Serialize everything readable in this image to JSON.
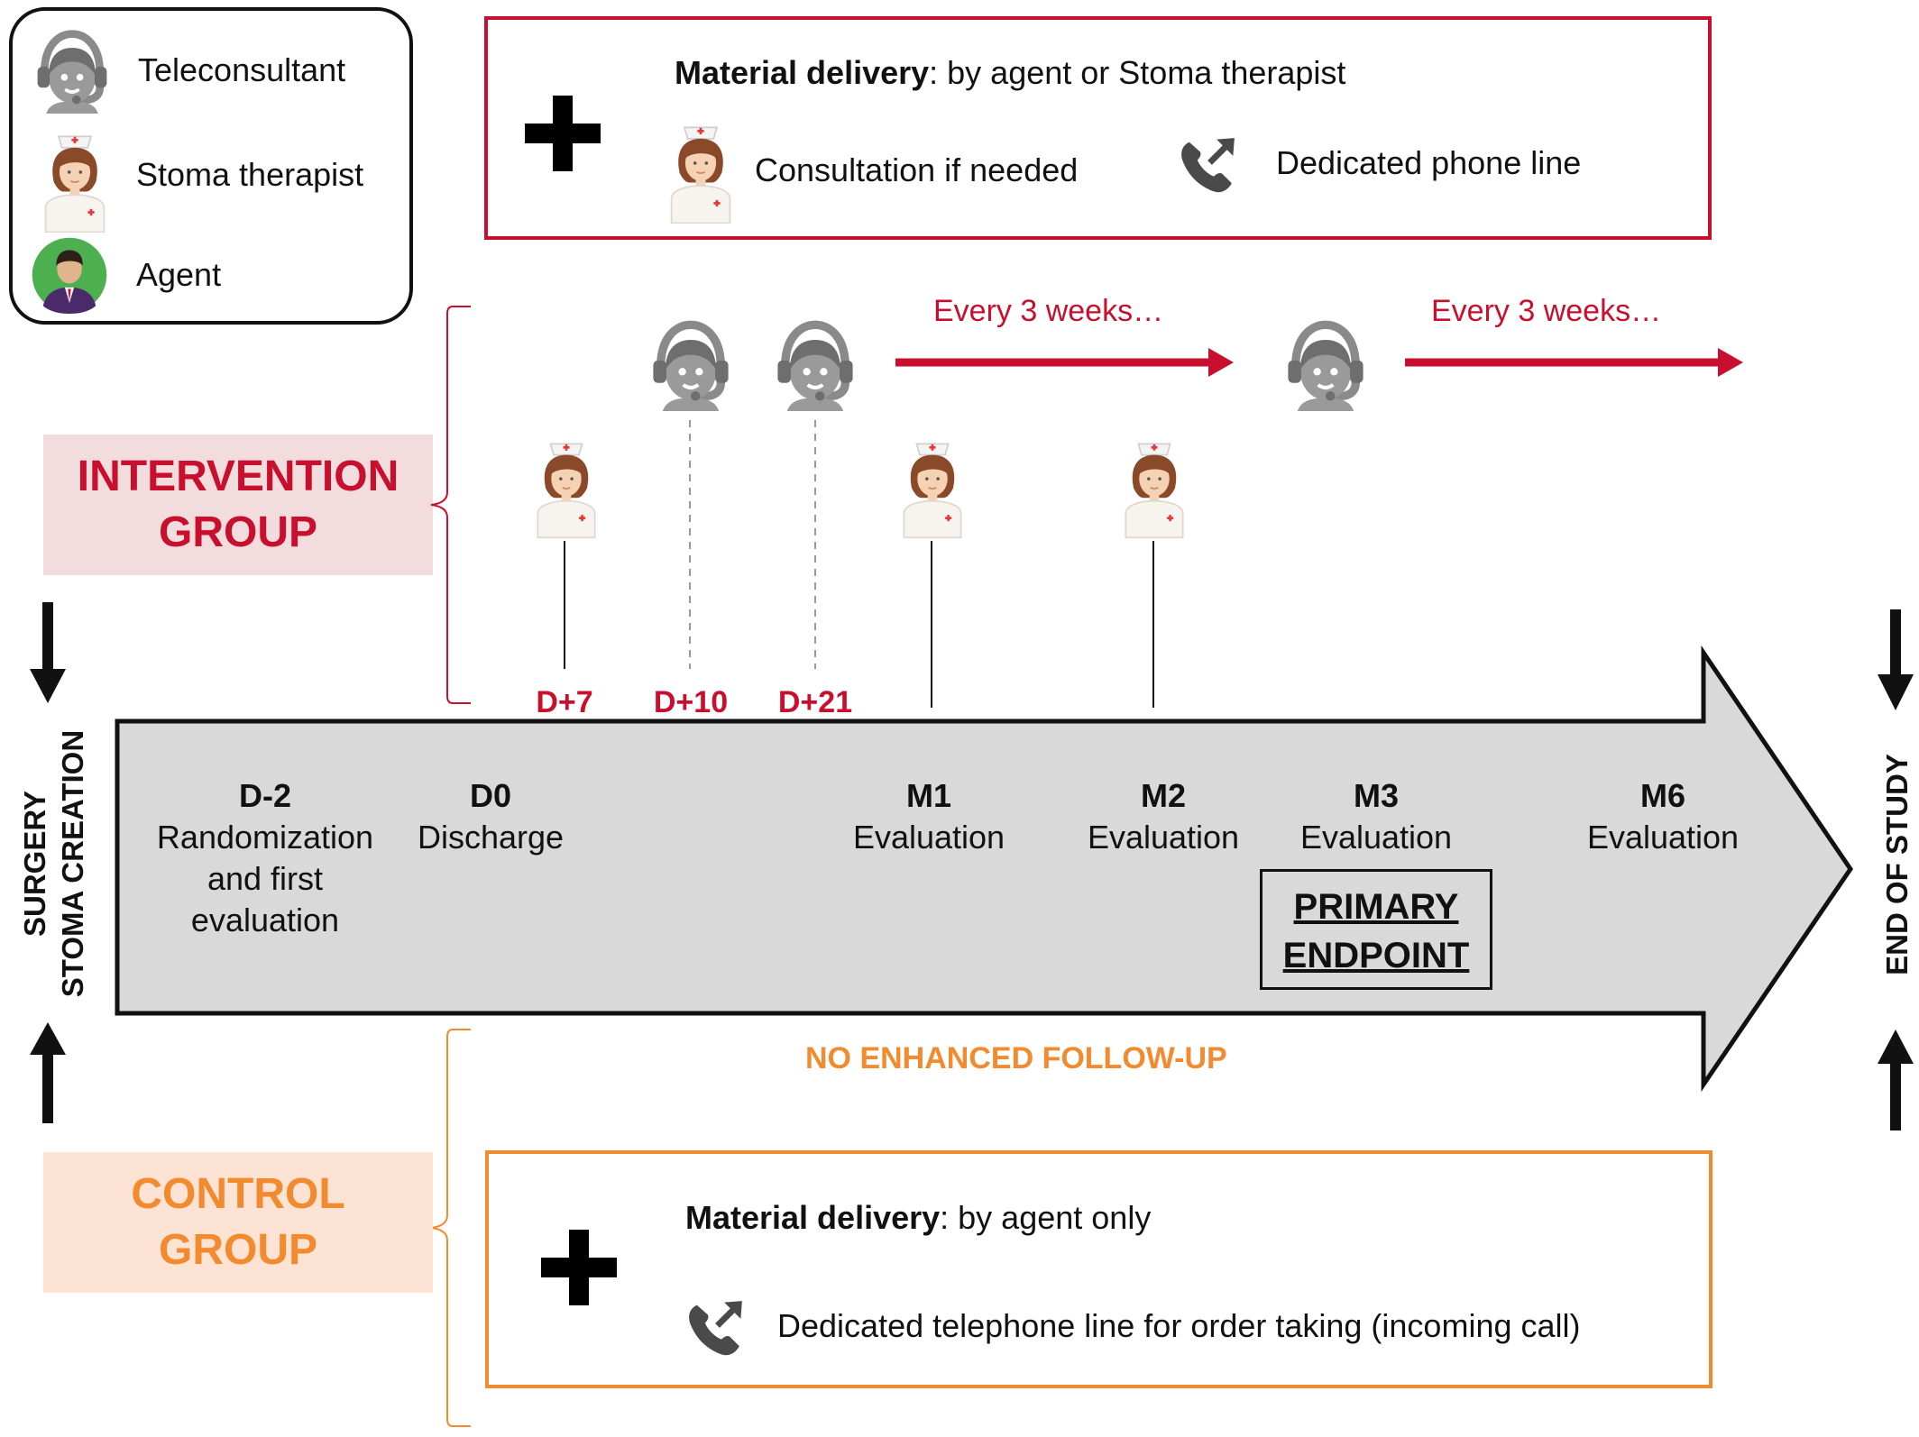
{
  "legend": {
    "teleconsultant": "Teleconsultant",
    "stoma_therapist": "Stoma therapist",
    "agent": "Agent"
  },
  "intervention_box": {
    "material_label": "Material delivery",
    "material_rest": ": by agent or Stoma therapist",
    "consultation": "Consultation if needed",
    "phone": "Dedicated phone line"
  },
  "intervention_group": {
    "line1": "INTERVENTION",
    "line2": "GROUP"
  },
  "control_group": {
    "line1": "CONTROL",
    "line2": "GROUP"
  },
  "every_label": "Every 3 weeks…",
  "days": [
    "D+7",
    "D+10",
    "D+21"
  ],
  "timeline": [
    {
      "code": "D-2",
      "lines": [
        "Randomization",
        "and first",
        "evaluation"
      ]
    },
    {
      "code": "D0",
      "lines": [
        "Discharge"
      ]
    },
    {
      "code": "M1",
      "lines": [
        "Evaluation"
      ]
    },
    {
      "code": "M2",
      "lines": [
        "Evaluation"
      ]
    },
    {
      "code": "M3",
      "lines": [
        "Evaluation"
      ]
    },
    {
      "code": "M6",
      "lines": [
        "Evaluation"
      ]
    }
  ],
  "primary_endpoint": {
    "line1": "PRIMARY",
    "line2": "ENDPOINT"
  },
  "side_labels": {
    "surgery": "SURGERY",
    "stoma_creation": "STOMA CREATION",
    "end_of_study": "END OF STUDY"
  },
  "no_followup": "NO ENHANCED FOLLOW-UP",
  "control_box": {
    "material_label": "Material delivery",
    "material_rest": ": by agent only",
    "phone": "Dedicated telephone line for order taking (incoming call)"
  },
  "colors": {
    "intervention": "#c8102e",
    "control": "#f28b30",
    "arrow_fill": "#d9d9d9"
  }
}
